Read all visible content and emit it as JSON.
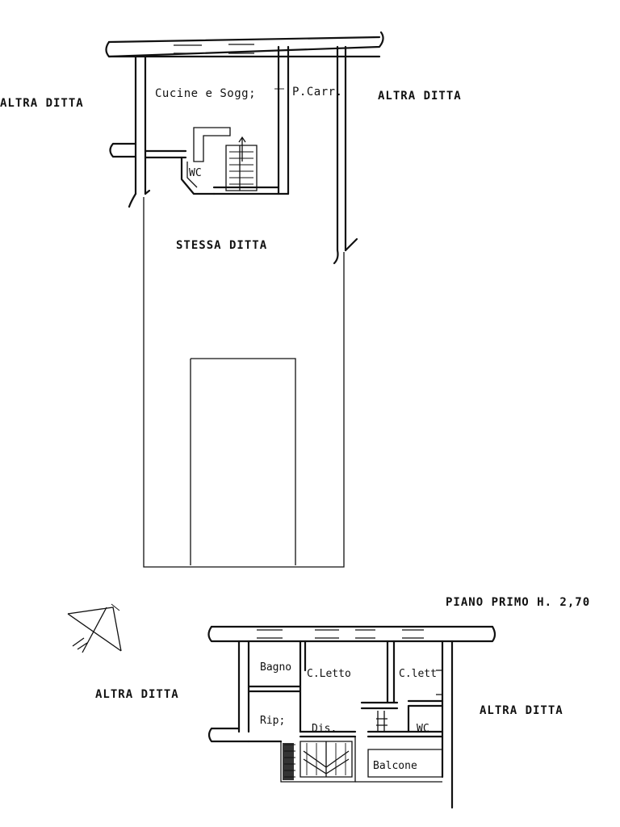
{
  "top_plan": {
    "label_left": "ALTRA DITTA",
    "label_right": "ALTRA DITTA",
    "room_kitchen": "Cucine e Sogg;",
    "room_pcarr": "P.Carr.",
    "room_wc": "WC",
    "area_same_company": "STESSA DITTA"
  },
  "bottom_plan": {
    "title": "PIANO PRIMO H. 2,70",
    "label_left": "ALTRA DITTA",
    "label_right": "ALTRA DITTA",
    "room_bagno": "Bagno",
    "room_cletto": "C.Letto",
    "room_clett": "C.lett",
    "room_rip": "Rip;",
    "room_dis": "Dis.",
    "room_wc": "WC",
    "room_balcone": "Balcone"
  },
  "icons": {
    "north_arrow": "north-arrow-icon"
  }
}
